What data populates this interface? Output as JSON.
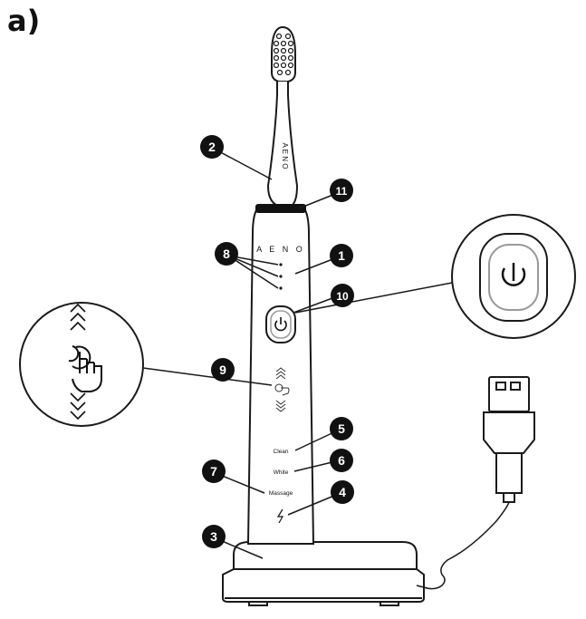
{
  "figure_label": "a)",
  "brand_text": "A E N O",
  "brush_head_text": "A E N O",
  "mode_labels": {
    "clean": "Clean",
    "white": "White",
    "massage": "Massage"
  },
  "callouts": [
    {
      "id": "1",
      "label": "1"
    },
    {
      "id": "2",
      "label": "2"
    },
    {
      "id": "3",
      "label": "3"
    },
    {
      "id": "4",
      "label": "4"
    },
    {
      "id": "5",
      "label": "5"
    },
    {
      "id": "6",
      "label": "6"
    },
    {
      "id": "7",
      "label": "7"
    },
    {
      "id": "8",
      "label": "8"
    },
    {
      "id": "9",
      "label": "9"
    },
    {
      "id": "10",
      "label": "10"
    },
    {
      "id": "11",
      "label": "11"
    }
  ],
  "icons": {
    "power": "power-icon",
    "touch": "touch-swipe-icon",
    "charge": "charge-icon",
    "usb": "usb-plug-icon"
  },
  "colors": {
    "line": "#1a1a1a",
    "callout_fill": "#111111",
    "callout_text": "#ffffff",
    "accent_ring": "#9a9a9a"
  }
}
